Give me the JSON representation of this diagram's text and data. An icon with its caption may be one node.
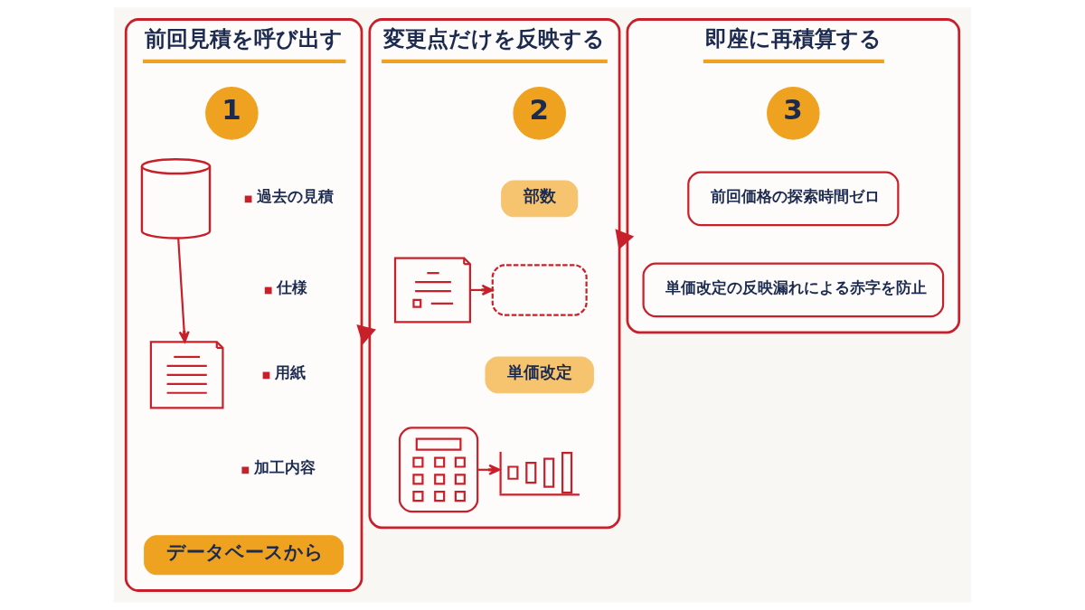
{
  "diagram": {
    "nodes": [
      {
        "text": [
          "前回見積を呼び出す"
        ]
      },
      {
        "text": [
          "1"
        ],
        "in": 0
      },
      {
        "text": [],
        "shape": "cylinder",
        "in": 0
      },
      {
        "text": [],
        "shape": "picture",
        "in": 0
      },
      {
        "text": [
          "データベースから"
        ],
        "in": 0
      },
      {
        "text": [
          "変更点だけを反映する"
        ]
      },
      {
        "text": [
          "2"
        ],
        "in": 5
      },
      {
        "text": [],
        "shape": "picture",
        "in": 5
      },
      {
        "text": [
          "部数"
        ],
        "in": 5
      },
      {
        "text": [],
        "shape": "box",
        "in": 5
      },
      {
        "text": [],
        "shape": "picture",
        "in": 5
      },
      {
        "text": [
          "単価改定"
        ],
        "in": 5
      },
      {
        "text": [],
        "shape": "picture",
        "in": 5
      },
      {
        "text": [
          "即座に再積算する"
        ]
      },
      {
        "text": [
          "3"
        ],
        "in": 13
      },
      {
        "text": [
          "前回価格の探索時間ゼロ"
        ],
        "in": 13
      },
      {
        "text": [
          "単価改定の反映漏れによる赤字を防止"
        ],
        "in": 13
      }
    ],
    "edges": [
      {
        "from": 2,
        "to": 3,
        "arrow": "to"
      },
      {
        "from": 0,
        "to": 5,
        "arrow": "to",
        "style": "thick"
      },
      {
        "from": 7,
        "to": 9,
        "arrow": "to"
      },
      {
        "from": 10,
        "to": 12,
        "arrow": "to"
      },
      {
        "from": 5,
        "to": 13,
        "arrow": "to",
        "style": "thick"
      }
    ],
    "labels": [
      "過去の見積",
      "仕様",
      "用紙",
      "加工内容"
    ]
  }
}
